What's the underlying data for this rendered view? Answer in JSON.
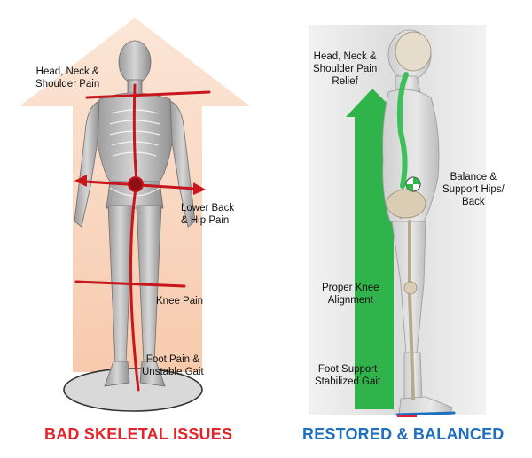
{
  "left_panel": {
    "labels": {
      "head_neck": [
        "Head, Neck &",
        "Shoulder Pain"
      ],
      "lower_back": [
        "Lower Back",
        "& Hip Pain"
      ],
      "knee": [
        "Knee Pain"
      ],
      "foot": [
        "Foot Pain &",
        "Unstable Gait"
      ]
    },
    "caption": "BAD SKELETAL ISSUES",
    "caption_color": "#e3262b",
    "line_color": "#c8161c",
    "arrow_color": "#f8d2b8"
  },
  "right_panel": {
    "labels": {
      "head_neck": [
        "Head, Neck &",
        "Shoulder Pain",
        "Relief"
      ],
      "hips": [
        "Balance &",
        "Support Hips/",
        "Back"
      ],
      "knee": [
        "Proper Knee",
        "Alignment"
      ],
      "foot": [
        "Foot Support",
        "Stabilized Gait"
      ]
    },
    "caption": "RESTORED & BALANCED",
    "caption_color": "#1f6fc0",
    "arrow_color": "#2fb34a"
  }
}
